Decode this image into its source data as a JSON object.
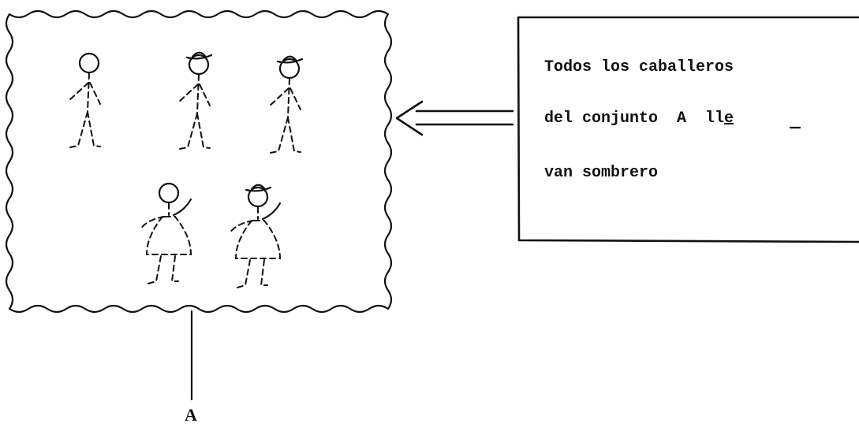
{
  "set_box": {
    "label": "A",
    "figures": [
      {
        "id": "fig-1",
        "hat": false,
        "skirt": false
      },
      {
        "id": "fig-2",
        "hat": true,
        "skirt": false
      },
      {
        "id": "fig-3",
        "hat": true,
        "skirt": false
      },
      {
        "id": "fig-4",
        "hat": false,
        "skirt": true
      },
      {
        "id": "fig-5",
        "hat": true,
        "skirt": true
      }
    ]
  },
  "note_box": {
    "line1": "Todos los caballeros",
    "line2_before": "del conjunto  A  ll",
    "line2_underlined": "e",
    "line3": "van sombrero"
  }
}
